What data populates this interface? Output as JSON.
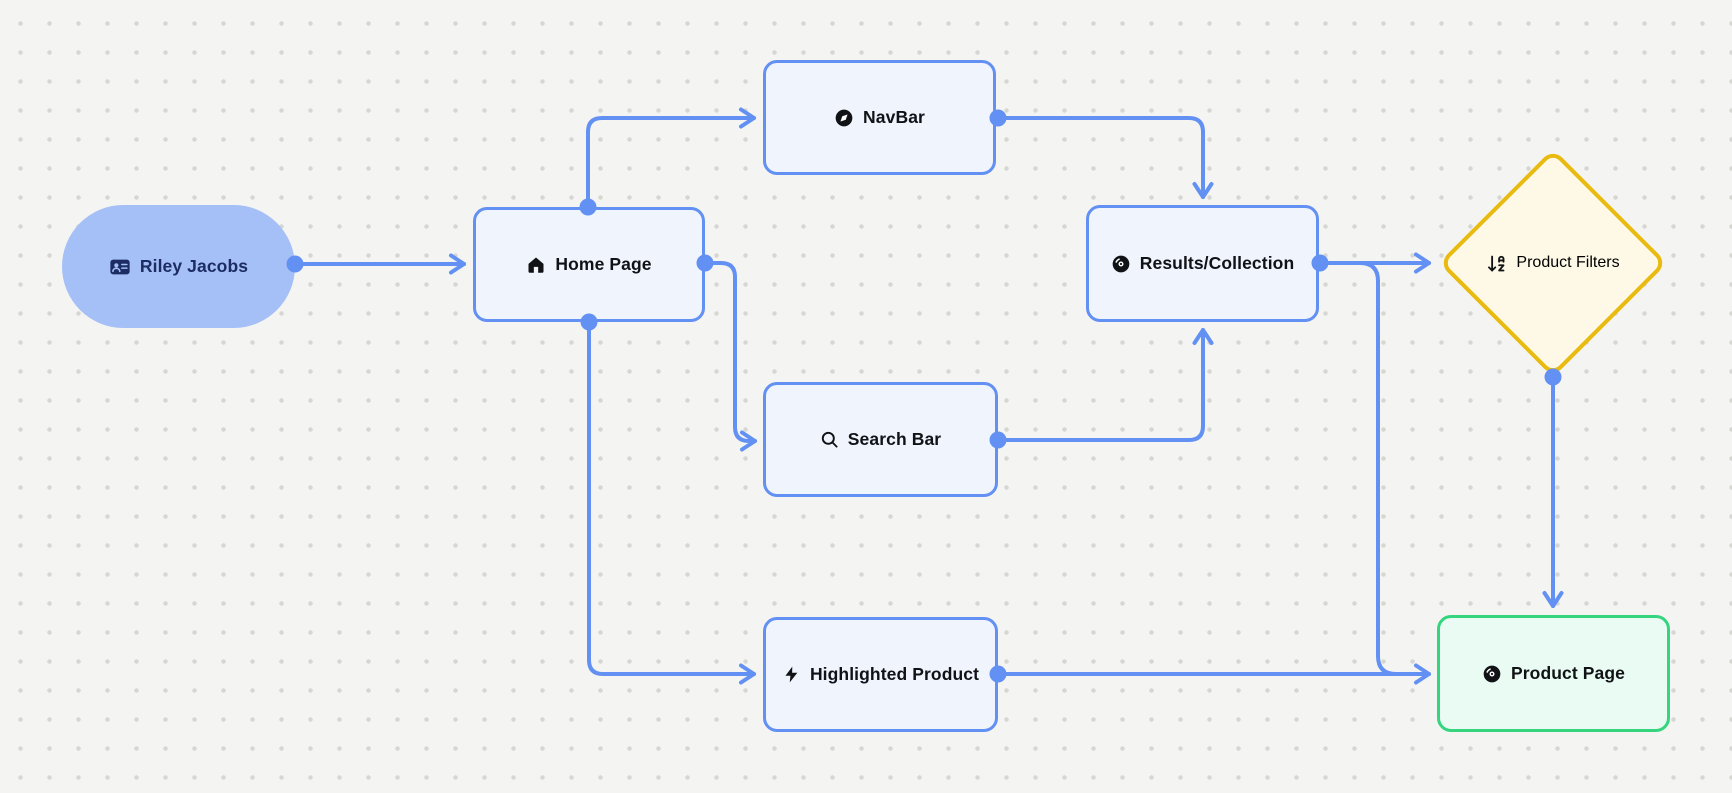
{
  "diagram": {
    "type": "user-flow",
    "nodes": {
      "persona": {
        "label": "Riley Jacobs",
        "icon": "id-card-icon",
        "shape": "pill",
        "fill": "#a5bff7",
        "text_color": "#1d2d64"
      },
      "home_page": {
        "label": "Home Page",
        "icon": "home-icon",
        "shape": "rectangle",
        "fill": "#eff4fd",
        "border": "#6290f3"
      },
      "navbar": {
        "label": "NavBar",
        "icon": "compass-icon",
        "shape": "rectangle",
        "fill": "#eff4fd",
        "border": "#6290f3"
      },
      "search_bar": {
        "label": "Search Bar",
        "icon": "search-icon",
        "shape": "rectangle",
        "fill": "#eff4fd",
        "border": "#6290f3"
      },
      "highlighted_product": {
        "label": "Highlighted Product",
        "icon": "zap-icon",
        "shape": "rectangle",
        "fill": "#eff4fd",
        "border": "#6290f3"
      },
      "results_collection": {
        "label": "Results/Collection",
        "icon": "disc-icon",
        "shape": "rectangle",
        "fill": "#eff4fd",
        "border": "#6290f3"
      },
      "product_filters": {
        "label": "Product Filters",
        "icon": "sort-arrow-a-z-icon",
        "shape": "diamond",
        "fill": "#fdf9e6",
        "border": "#e9bb10"
      },
      "product_page": {
        "label": "Product Page",
        "icon": "disc-icon",
        "shape": "rectangle",
        "fill": "#e9fbf2",
        "border": "#35d57f"
      }
    },
    "edges": [
      {
        "from": "persona",
        "to": "home_page"
      },
      {
        "from": "home_page",
        "to": "navbar"
      },
      {
        "from": "home_page",
        "to": "search_bar"
      },
      {
        "from": "home_page",
        "to": "highlighted_product"
      },
      {
        "from": "navbar",
        "to": "results_collection"
      },
      {
        "from": "search_bar",
        "to": "results_collection"
      },
      {
        "from": "results_collection",
        "to": "product_filters"
      },
      {
        "from": "results_collection",
        "to": "product_page"
      },
      {
        "from": "product_filters",
        "to": "product_page"
      },
      {
        "from": "highlighted_product",
        "to": "product_page"
      }
    ],
    "colors": {
      "edge": "#6290f3",
      "background": "#f4f4f2",
      "grid_dot": "#d6d6d3",
      "node_fill_blue": "#eff4fd",
      "node_border_blue": "#6290f3",
      "persona_fill": "#a5bff7",
      "persona_text": "#1d2d64",
      "diamond_fill": "#fdf9e6",
      "diamond_border": "#e9bb10",
      "green_fill": "#e9fbf2",
      "green_border": "#35d57f"
    }
  }
}
